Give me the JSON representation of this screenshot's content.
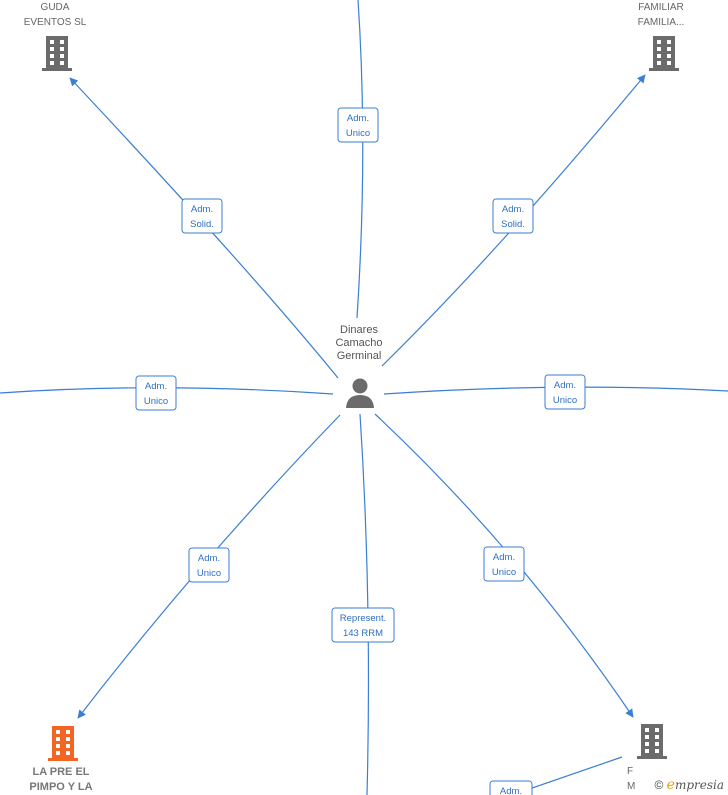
{
  "center": {
    "label_lines": [
      "Dinares",
      "Camacho",
      "Germinal"
    ]
  },
  "companies": {
    "top_left": {
      "label_lines": [
        "GUDA",
        "EVENTOS SL"
      ]
    },
    "top_right": {
      "label_lines": [
        "FAMILIAR",
        "FAMILIA..."
      ]
    },
    "bottom_left": {
      "label_lines": [
        "LA PRE EL",
        "PIMPO Y LA"
      ]
    },
    "bottom_right": {
      "label_lines": [
        "F",
        "M"
      ]
    }
  },
  "edges": {
    "top_left": [
      "Adm.",
      "Solid."
    ],
    "top": [
      "Adm.",
      "Unico"
    ],
    "top_right": [
      "Adm.",
      "Solid."
    ],
    "left": [
      "Adm.",
      "Unico"
    ],
    "right": [
      "Adm.",
      "Unico"
    ],
    "bottom_left": [
      "Adm.",
      "Unico"
    ],
    "bottom": [
      "Represent.",
      "143 RRM"
    ],
    "bottom_right": [
      "Adm.",
      "Unico"
    ],
    "bottom_right_extra": [
      "Adm."
    ]
  },
  "colors": {
    "edge": "#3a7fd5",
    "building": "#6b6b6b",
    "highlight": "#f26522",
    "person": "#6b6b6b"
  },
  "footer": {
    "copyright": "©",
    "brand_e": "e",
    "brand_rest": "mpresia"
  }
}
